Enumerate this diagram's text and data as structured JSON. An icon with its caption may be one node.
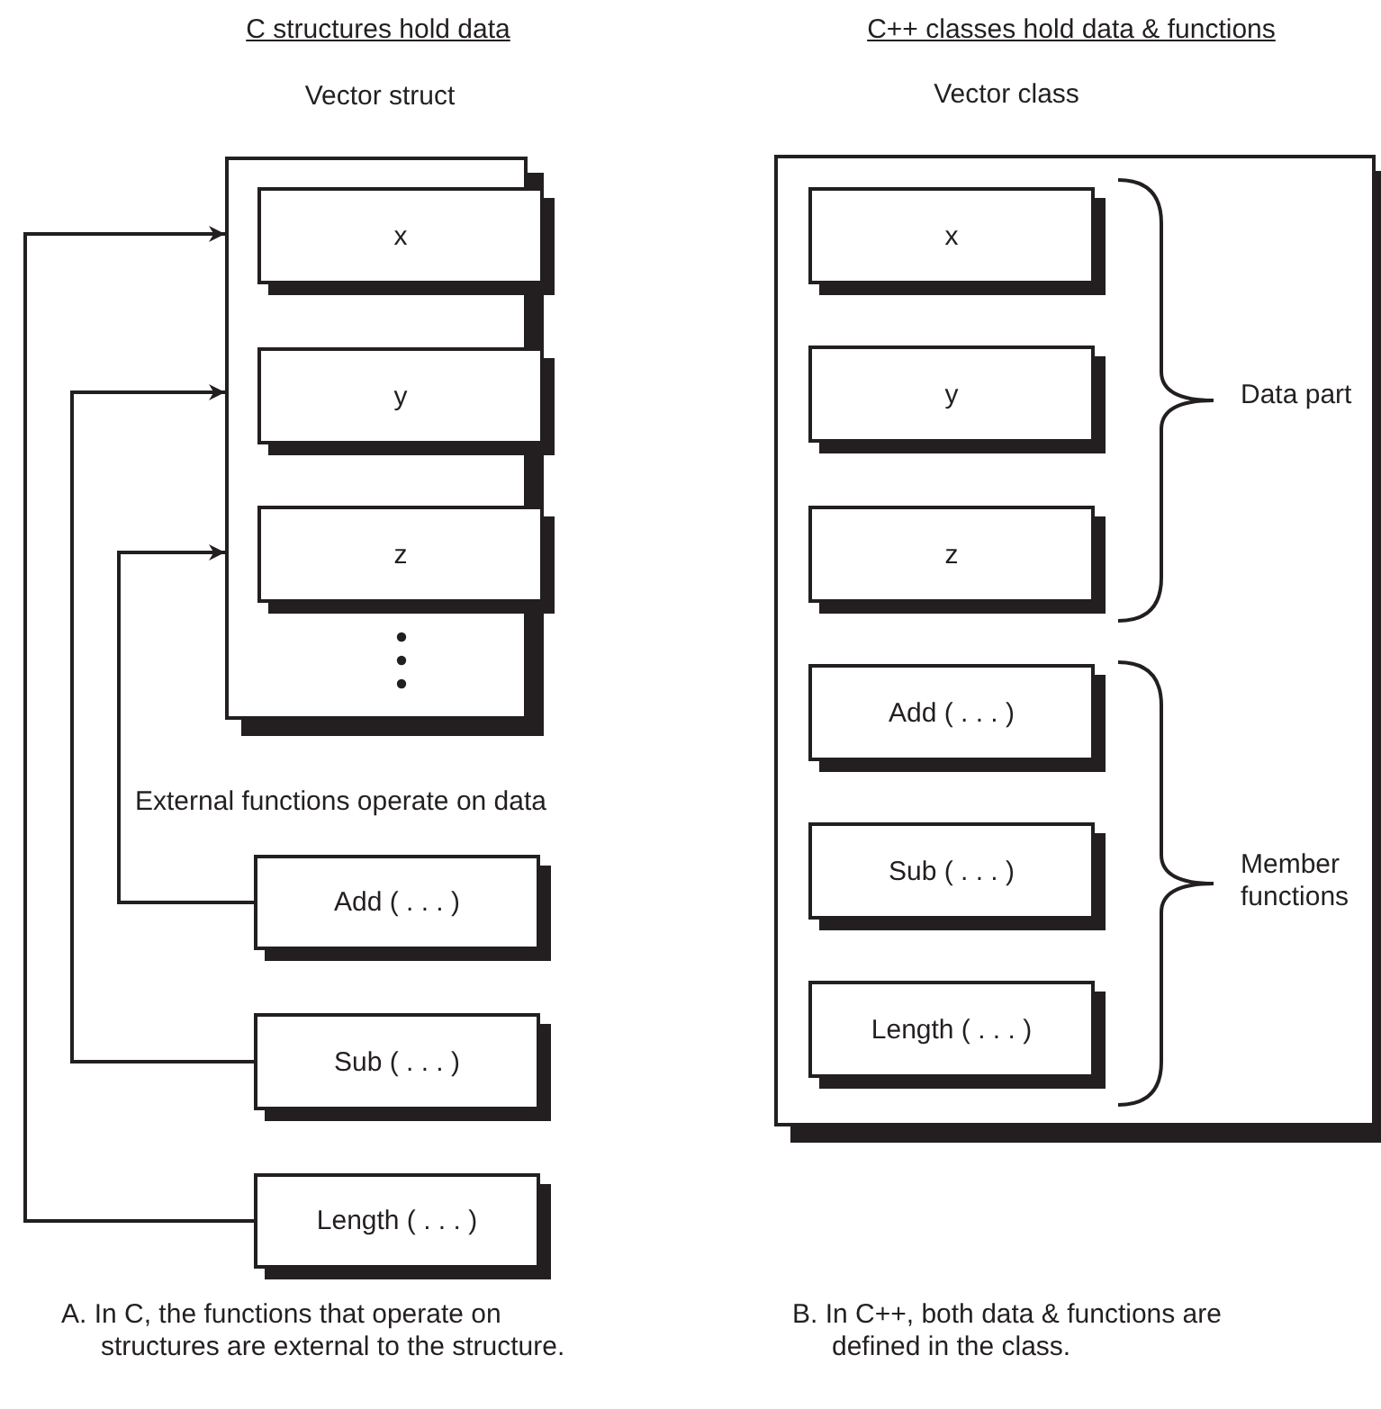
{
  "diagram": {
    "nodes": [
      {
        "text": [
          "Vector struct"
        ]
      },
      {
        "text": [
          "x"
        ],
        "in": 0
      },
      {
        "text": [
          "y"
        ],
        "in": 0
      },
      {
        "text": [
          "z"
        ],
        "in": 0
      },
      {
        "text": [
          "Add ( . . . )"
        ]
      },
      {
        "text": [
          "Sub ( . . . )"
        ]
      },
      {
        "text": [
          "Length ( . . . )"
        ]
      },
      {
        "text": [
          "Vector class"
        ]
      },
      {
        "text": [
          "x"
        ],
        "in": 7
      },
      {
        "text": [
          "y"
        ],
        "in": 7
      },
      {
        "text": [
          "z"
        ],
        "in": 7
      },
      {
        "text": [
          "Add ( . . . )"
        ],
        "in": 7
      },
      {
        "text": [
          "Sub ( . . . )"
        ],
        "in": 7
      },
      {
        "text": [
          "Length ( . . . )"
        ],
        "in": 7
      }
    ],
    "edges": [
      {
        "from": 4,
        "to": 0,
        "arrow": "to"
      },
      {
        "from": 5,
        "to": 0,
        "arrow": "to"
      },
      {
        "from": 6,
        "to": 0,
        "arrow": "to"
      }
    ],
    "labels": [
      "C structures hold data",
      "C++ classes hold data & functions",
      "Data part",
      "Member functions",
      "External functions operate on data",
      "A. In C, the functions that operate on structures are external to the structure.",
      "B. In C++, both data & functions are defined in the class."
    ]
  }
}
